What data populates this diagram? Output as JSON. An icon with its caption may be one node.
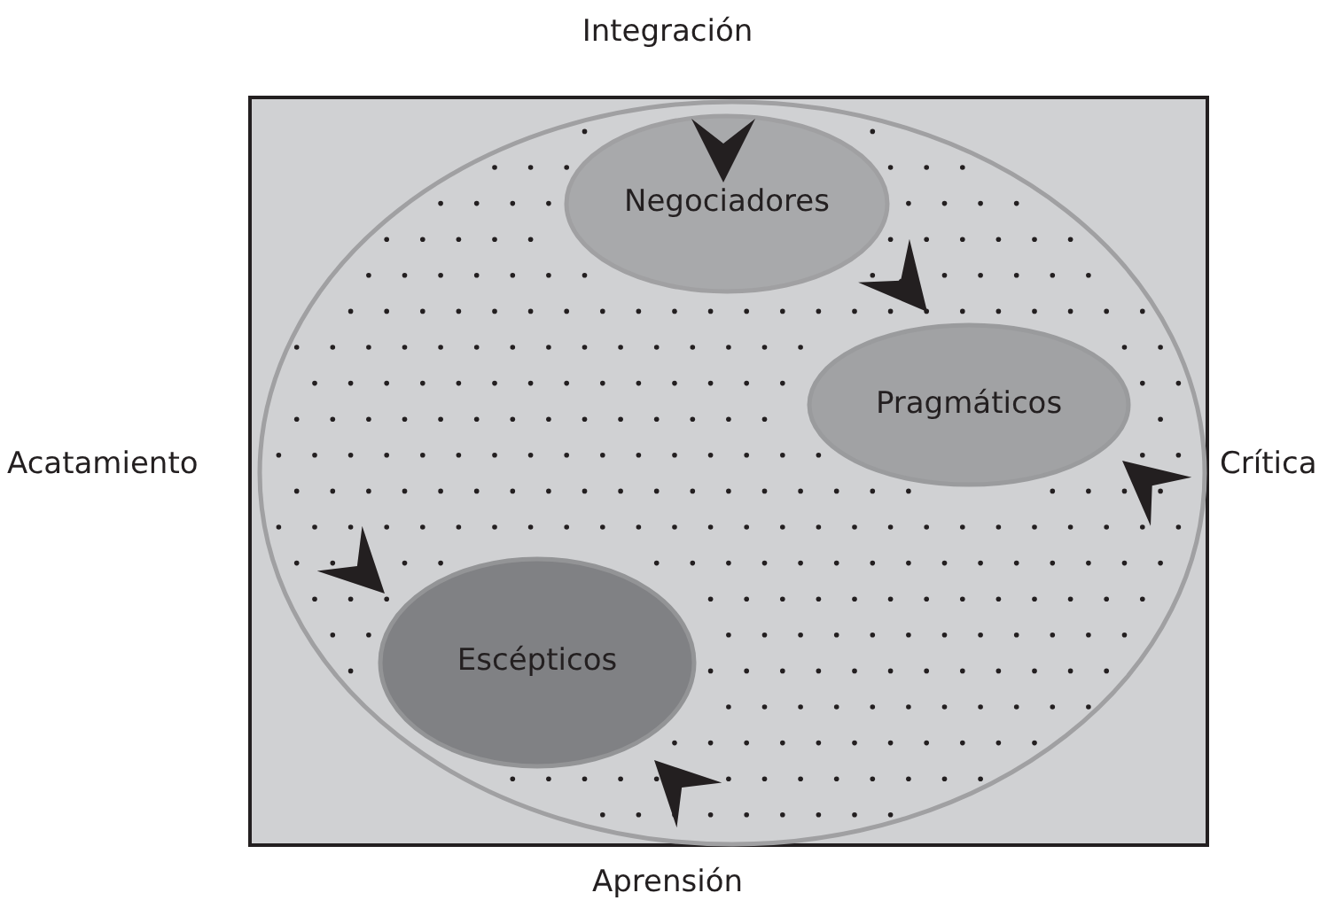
{
  "diagram": {
    "nodes": [
      {
        "text": [],
        "shape": "box"
      },
      {
        "text": [],
        "shape": "ellipse",
        "in": 0
      },
      {
        "text": [
          "Negociadores"
        ],
        "in": 1
      },
      {
        "text": [
          "Pragmáticos"
        ],
        "in": 1
      },
      {
        "text": [
          "Escépticos"
        ],
        "in": 1
      }
    ],
    "edges": [
      {
        "from": 2,
        "to": 3,
        "arrow": "to"
      }
    ],
    "labels": [
      "Integración",
      "Acatamiento",
      "Crítica",
      "Aprensión"
    ]
  }
}
